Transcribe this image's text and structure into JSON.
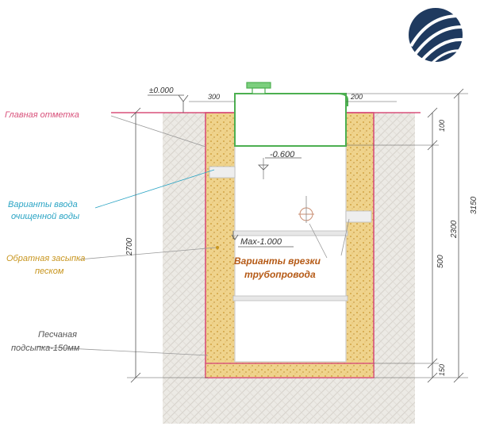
{
  "labels": {
    "elev_zero": "±0.000",
    "dim_300": "300",
    "dim_200": "200",
    "ground_mark": "Главная отметка",
    "level_600": "-0.600",
    "inlet_variants": [
      "Варианты ввода",
      "очищенной воды"
    ],
    "backfill": [
      "Обратная засыпка",
      "песком"
    ],
    "max_1000": "Max-1.000",
    "pipe_variants": [
      "Варианты врезки",
      "трубопровода"
    ],
    "sand_bed": [
      "Песчаная",
      "подсыпка-150мм"
    ],
    "dim_left": "2700",
    "dim_500": "500",
    "dim_2300": "2300",
    "dim_100": "100",
    "dim_150": "150",
    "dim_total": "3150"
  },
  "colors": {
    "ground": "#ece9e3",
    "sand": "#e8c97a",
    "pit_outline": "#d8507a",
    "lid": "#4caf50",
    "blue_label": "#2aa4c4",
    "sand_label": "#c8951e",
    "orange_label": "#b55a16",
    "logo": "#1f3a5f"
  },
  "icons": [
    "company-logo-icon"
  ]
}
